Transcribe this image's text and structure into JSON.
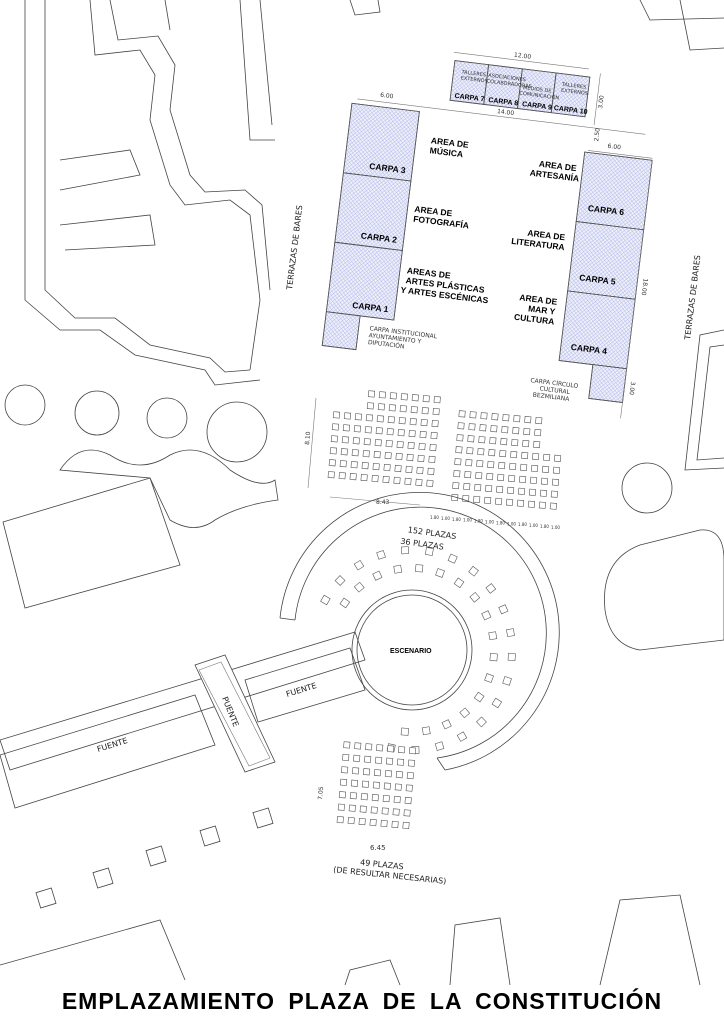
{
  "title": "EMPLAZAMIENTO PLAZA DE LA CONSTITUCIÓN",
  "carpas": {
    "c1": "CARPA 1",
    "c2": "CARPA 2",
    "c3": "CARPA 3",
    "c4": "CARPA 4",
    "c5": "CARPA 5",
    "c6": "CARPA 6",
    "c7": "CARPA 7",
    "c8": "CARPA 8",
    "c9": "CARPA 9",
    "c10": "CARPA 10"
  },
  "top_row_labels": {
    "c7": [
      "TALLERES",
      "EXTERNOS"
    ],
    "c8": [
      "ASOCIACIONES",
      "COLABORADORAS"
    ],
    "c9": [
      "MEDIOS DE",
      "COMUNICACIÓN"
    ],
    "c10": [
      "TALLERES",
      "EXTERNOS"
    ]
  },
  "areas": {
    "musica": [
      "AREA DE",
      "MÚSICA"
    ],
    "fotografia": [
      "AREA DE",
      "FOTOGRAFÍA"
    ],
    "artes": [
      "AREAS DE",
      "ARTES PLÁSTICAS",
      "Y ARTES ESCÉNICAS"
    ],
    "artesania": [
      "AREA DE",
      "ARTESANÍA"
    ],
    "literatura": [
      "AREA DE",
      "LITERATURA"
    ],
    "mar": [
      "AREA DE",
      "MAR Y",
      "CULTURA"
    ]
  },
  "notes": {
    "institucional": [
      "CARPA INSTITUCIONAL",
      "AYUNTAMIENTO Y",
      "DIPUTACIÓN"
    ],
    "circulo": [
      "CARPA CÍRCULO",
      "CULTURAL",
      "BEZMILIANA"
    ],
    "terrazas_left": "TERRAZAS DE BARES",
    "terrazas_right": "TERRAZAS DE BARES",
    "plazas_152": "152 PLAZAS",
    "plazas_36": "36 PLAZAS",
    "escenario": "ESCENARIO",
    "fuente_1": "FUENTE",
    "fuente_2": "FUENTE",
    "puente": "PUENTE",
    "plazas_49": "49 PLAZAS",
    "plazas_49_note": "(DE RESULTAR NECESARIAS)"
  },
  "dimensions": {
    "d12": "12.00",
    "d14": "14.00",
    "d6a": "6.00",
    "d6b": "6.00",
    "d3a": "3.00",
    "d250": "2.50",
    "d18": "18.00",
    "d3b": "3.00",
    "d810": "8.10",
    "d843": "8.43",
    "d705": "7.05",
    "d645": "6.45",
    "seat_spacing_row": [
      "1.80",
      "1.00",
      "1.80",
      "1.00",
      "1.80",
      "1.00",
      "1.80",
      "1.00",
      "1.80",
      "1.00",
      "1.80",
      "1.00"
    ]
  }
}
